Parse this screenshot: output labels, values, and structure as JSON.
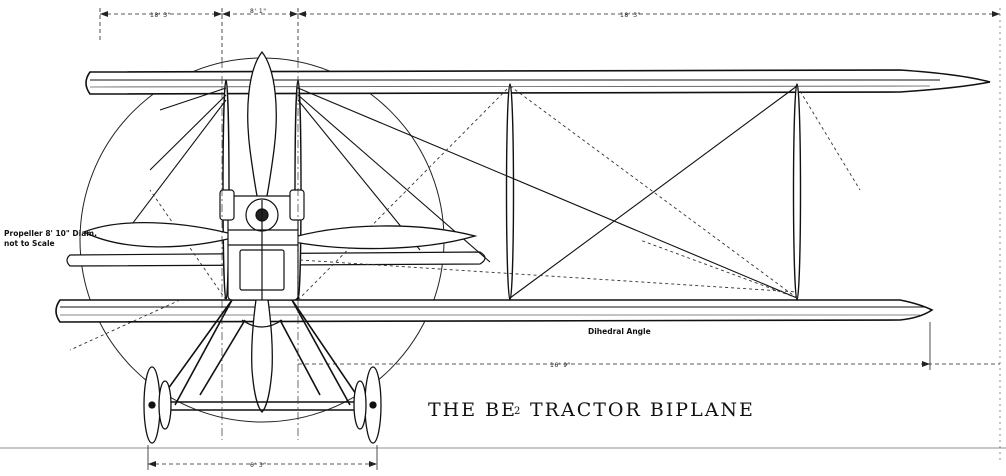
{
  "diagram": {
    "title_main": "THE BE",
    "title_sub": "2",
    "title_end": "TRACTOR BIPLANE",
    "propeller_note_line1": "Propeller 8' 10\" Diam.",
    "propeller_note_line2": "not to Scale",
    "dihedral_label": "Dihedral Angle",
    "dimensions": {
      "top_left": "18' 3\"",
      "top_center": "8' 1\"",
      "top_right": "18' 3\"",
      "lower_span": "16' 9\"",
      "track": "6' 3\""
    },
    "colors": {
      "ink": "#111111",
      "paper": "#ffffff"
    }
  }
}
